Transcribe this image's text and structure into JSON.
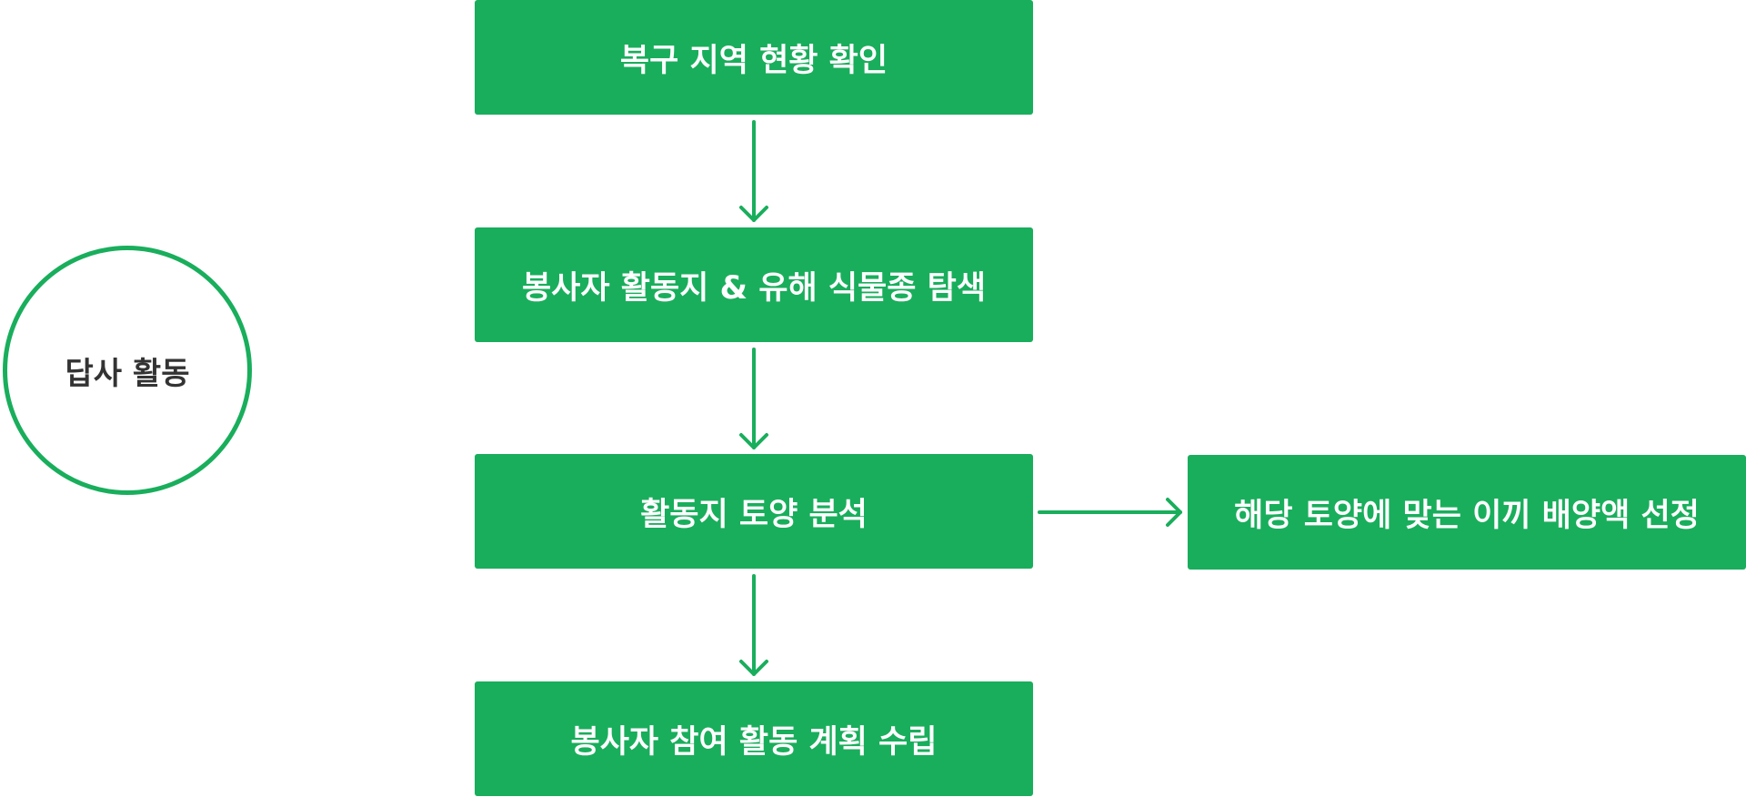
{
  "colors": {
    "accent": "#19ae5c",
    "circle_text": "#333333",
    "box_text": "#ffffff"
  },
  "circle": {
    "label": "답사 활동"
  },
  "steps": [
    {
      "label": "복구 지역 현황 확인"
    },
    {
      "label": "봉사자 활동지 & 유해 식물종 탐색"
    },
    {
      "label": "활동지 토양 분석"
    },
    {
      "label": "봉사자 참여 활동 계획 수립"
    }
  ],
  "side_step": {
    "label": "해당 토양에 맞는 이끼 배양액 선정"
  }
}
